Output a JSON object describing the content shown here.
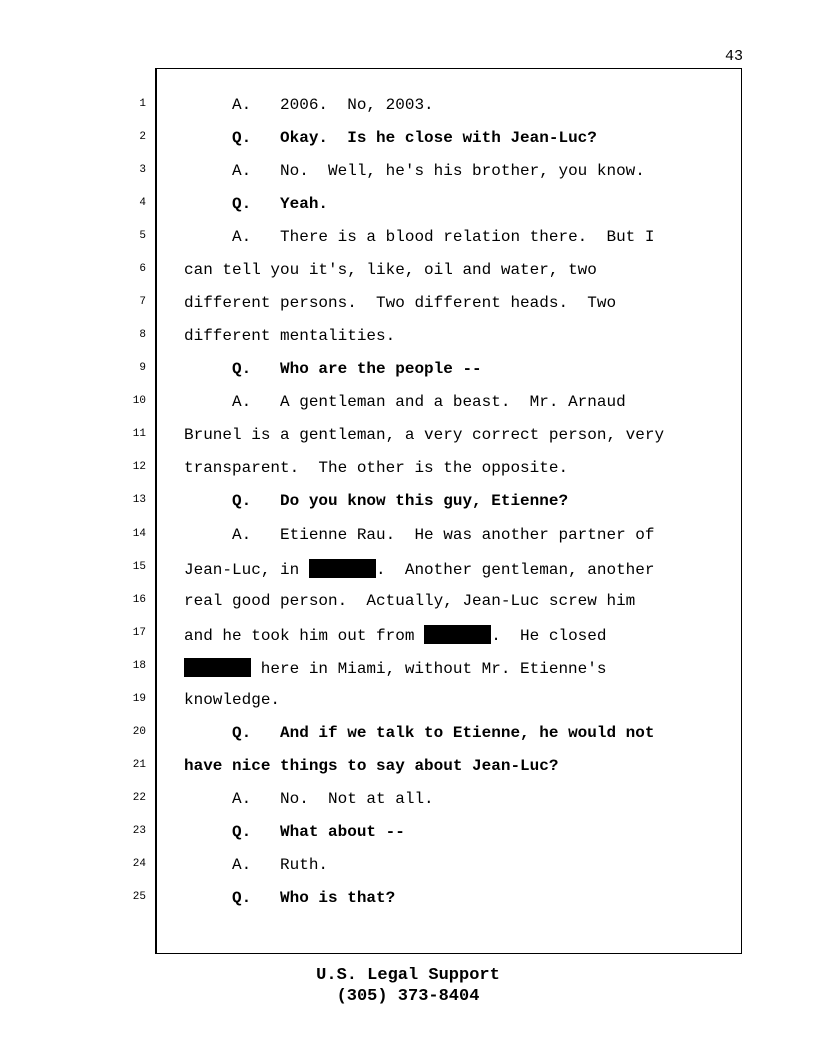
{
  "page_number": "43",
  "lines": [
    {
      "n": "1",
      "segs": [
        {
          "t": "     A.   2006.  No, 2003."
        }
      ]
    },
    {
      "n": "2",
      "segs": [
        {
          "t": "     Q.   Okay.  Is he close with Jean-Luc?",
          "b": true
        }
      ]
    },
    {
      "n": "3",
      "segs": [
        {
          "t": "     A.   No.  Well, he's his brother, you know."
        }
      ]
    },
    {
      "n": "4",
      "segs": [
        {
          "t": "     Q.   Yeah.",
          "b": true
        }
      ]
    },
    {
      "n": "5",
      "segs": [
        {
          "t": "     A.   There is a blood relation there.  But I"
        }
      ]
    },
    {
      "n": "6",
      "segs": [
        {
          "t": "can tell you it's, like, oil and water, two"
        }
      ]
    },
    {
      "n": "7",
      "segs": [
        {
          "t": "different persons.  Two different heads.  Two"
        }
      ]
    },
    {
      "n": "8",
      "segs": [
        {
          "t": "different mentalities."
        }
      ]
    },
    {
      "n": "9",
      "segs": [
        {
          "t": "     Q.   Who are the people --",
          "b": true
        }
      ]
    },
    {
      "n": "10",
      "segs": [
        {
          "t": "     A.   A gentleman and a beast.  Mr. Arnaud"
        }
      ]
    },
    {
      "n": "11",
      "segs": [
        {
          "t": "Brunel is a gentleman, a very correct person, very"
        }
      ]
    },
    {
      "n": "12",
      "segs": [
        {
          "t": "transparent.  The other is the opposite."
        }
      ]
    },
    {
      "n": "13",
      "segs": [
        {
          "t": "     Q.   Do you know this guy, Etienne?",
          "b": true
        }
      ]
    },
    {
      "n": "14",
      "segs": [
        {
          "t": "     A.   Etienne Rau.  He was another partner of"
        }
      ]
    },
    {
      "n": "15",
      "segs": [
        {
          "t": "Jean-Luc, in "
        },
        {
          "r": true
        },
        {
          "t": ".  Another gentleman, another"
        }
      ]
    },
    {
      "n": "16",
      "segs": [
        {
          "t": "real good person.  Actually, Jean-Luc screw him"
        }
      ]
    },
    {
      "n": "17",
      "segs": [
        {
          "t": "and he took him out from "
        },
        {
          "r": true
        },
        {
          "t": ".  He closed"
        }
      ]
    },
    {
      "n": "18",
      "segs": [
        {
          "r": true
        },
        {
          "t": " here in Miami, without Mr. Etienne's"
        }
      ]
    },
    {
      "n": "19",
      "segs": [
        {
          "t": "knowledge."
        }
      ]
    },
    {
      "n": "20",
      "segs": [
        {
          "t": "     Q.   And if we talk to Etienne, he would not",
          "b": true
        }
      ]
    },
    {
      "n": "21",
      "segs": [
        {
          "t": "have nice things to say about Jean-Luc?",
          "b": true
        }
      ]
    },
    {
      "n": "22",
      "segs": [
        {
          "t": "     A.   No.  Not at all."
        }
      ]
    },
    {
      "n": "23",
      "segs": [
        {
          "t": "     Q.   What about --",
          "b": true
        }
      ]
    },
    {
      "n": "24",
      "segs": [
        {
          "t": "     A.   Ruth."
        }
      ]
    },
    {
      "n": "25",
      "segs": [
        {
          "t": "     Q.   Who is that?",
          "b": true
        }
      ]
    }
  ],
  "footer": {
    "company": "U.S. Legal Support",
    "phone": "(305) 373-8404"
  }
}
